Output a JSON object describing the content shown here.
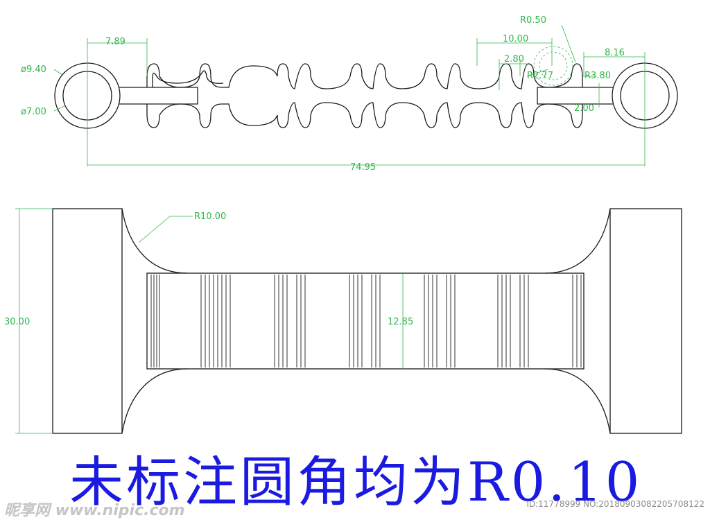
{
  "top_view": {
    "dimensions": {
      "d_outer": "ø9.40",
      "d_inner": "ø7.00",
      "left_offset": "7.89",
      "overall_length": "74.95",
      "r_fillet_small": "R0.50",
      "pitch": "10.00",
      "gap": "2.80",
      "r_slot": "R2.77",
      "right_offset": "8.16",
      "r_outer_slot": "R3.80",
      "tab_height": "2.00"
    }
  },
  "side_view": {
    "dimensions": {
      "r_transition": "R10.00",
      "height": "30.00",
      "core_height": "12.85"
    }
  },
  "note": {
    "text": "未标注圆角均为R0.10"
  },
  "watermark": {
    "site": "昵享网 www.nipic.com",
    "id": "ID:11778999 NO:20180903082205708122"
  },
  "colors": {
    "outline": "#1a1a1a",
    "dimension": "#2fb84a",
    "note": "#1a1ae0"
  }
}
